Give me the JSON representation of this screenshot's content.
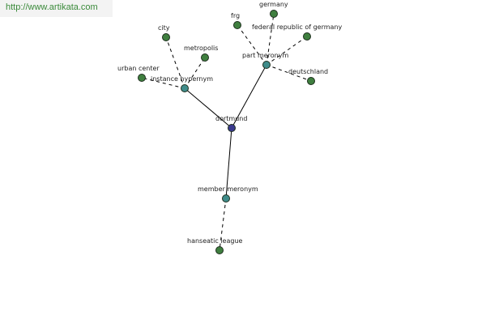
{
  "header": {
    "url": "http://www.artikata.com"
  },
  "colors": {
    "root": "#3a3a8e",
    "relation": "#3f8c8a",
    "leaf": "#3f7f3f",
    "url_text": "#3a8a3a"
  },
  "graph": {
    "nodes": [
      {
        "id": "dortmund",
        "label": "dortmund",
        "kind": "root"
      },
      {
        "id": "instance-hypernym",
        "label": "instance hypernym",
        "kind": "relation"
      },
      {
        "id": "part-meronym",
        "label": "part meronym",
        "kind": "relation"
      },
      {
        "id": "member-meronym",
        "label": "member meronym",
        "kind": "relation"
      },
      {
        "id": "city",
        "label": "city",
        "kind": "leaf"
      },
      {
        "id": "metropolis",
        "label": "metropolis",
        "kind": "leaf"
      },
      {
        "id": "urban-center",
        "label": "urban center",
        "kind": "leaf"
      },
      {
        "id": "frg",
        "label": "frg",
        "kind": "leaf"
      },
      {
        "id": "germany",
        "label": "germany",
        "kind": "leaf"
      },
      {
        "id": "federal-republic-of-germany",
        "label": "federal republic of germany",
        "kind": "leaf"
      },
      {
        "id": "deutschland",
        "label": "deutschland",
        "kind": "leaf"
      },
      {
        "id": "hanseatic-league",
        "label": "hanseatic league",
        "kind": "leaf"
      }
    ],
    "edges": [
      {
        "from": "dortmund",
        "to": "instance-hypernym",
        "style": "solid"
      },
      {
        "from": "dortmund",
        "to": "part-meronym",
        "style": "solid"
      },
      {
        "from": "dortmund",
        "to": "member-meronym",
        "style": "solid"
      },
      {
        "from": "instance-hypernym",
        "to": "city",
        "style": "dashed"
      },
      {
        "from": "instance-hypernym",
        "to": "metropolis",
        "style": "dashed"
      },
      {
        "from": "instance-hypernym",
        "to": "urban-center",
        "style": "dashed"
      },
      {
        "from": "part-meronym",
        "to": "frg",
        "style": "dashed"
      },
      {
        "from": "part-meronym",
        "to": "germany",
        "style": "dashed"
      },
      {
        "from": "part-meronym",
        "to": "federal-republic-of-germany",
        "style": "dashed"
      },
      {
        "from": "part-meronym",
        "to": "deutschland",
        "style": "dashed"
      },
      {
        "from": "member-meronym",
        "to": "hanseatic-league",
        "style": "dashed"
      }
    ]
  }
}
